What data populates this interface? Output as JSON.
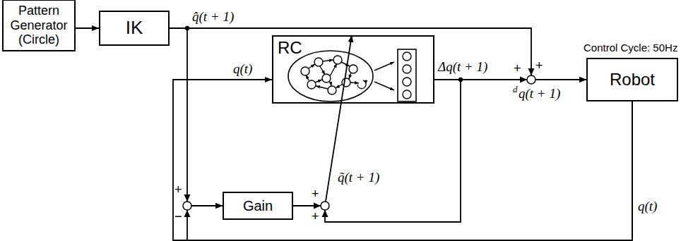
{
  "diagram": {
    "nodes": [
      {
        "text": [
          "Pattern Generator (Circle)"
        ]
      },
      {
        "text": [
          "IK"
        ]
      },
      {
        "text": [
          "RC"
        ]
      },
      {
        "text": [
          "Gain"
        ]
      },
      {
        "text": [
          "Robot"
        ]
      }
    ],
    "edges": [
      {
        "from": 0,
        "to": 1,
        "arrow": "to"
      },
      {
        "from": 1,
        "to": 4,
        "arrow": "to"
      },
      {
        "from": 2,
        "to": 4,
        "arrow": "to"
      },
      {
        "from": 4,
        "to": 2,
        "arrow": "to"
      },
      {
        "from": 1,
        "to": 3,
        "arrow": "to"
      },
      {
        "from": 4,
        "to": 3,
        "arrow": "to"
      },
      {
        "from": 3,
        "to": 2,
        "arrow": "to"
      }
    ],
    "labels": [
      "q̂(t + 1)",
      "q(t)",
      "Δq(t + 1)",
      "+",
      "+",
      "d",
      "q(t + 1)",
      "Control Cycle: 50Hz",
      "+",
      "−",
      "+",
      "+",
      "q̃(t + 1)",
      "q(t)"
    ]
  }
}
